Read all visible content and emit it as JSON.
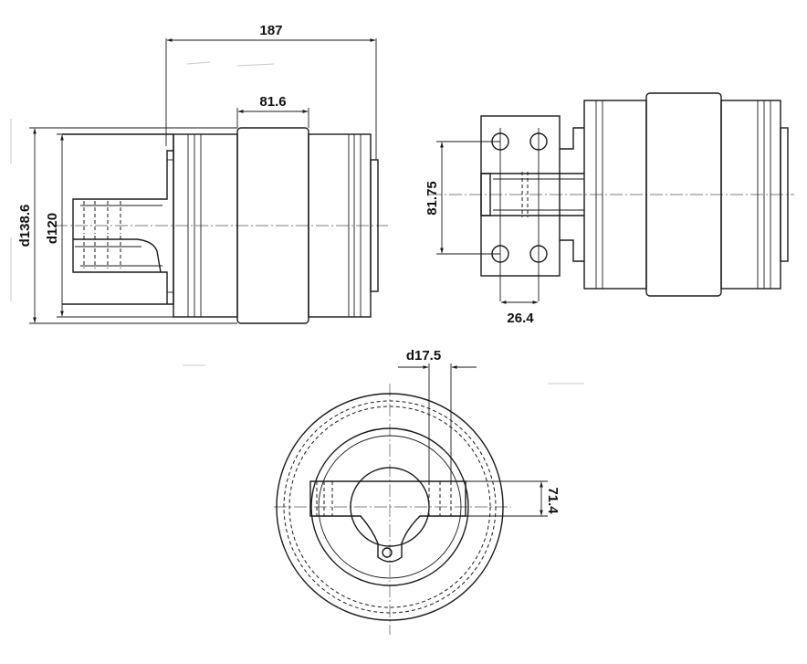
{
  "dimensions": {
    "overall_length": "187",
    "roller_width": "81.6",
    "outer_diameter": "d138.6",
    "inner_diameter": "d120",
    "bolt_spacing_vertical": "81.75",
    "bolt_spacing_horizontal": "26.4",
    "bolt_hole_diameter": "d17.5",
    "flange_height": "71.4"
  }
}
